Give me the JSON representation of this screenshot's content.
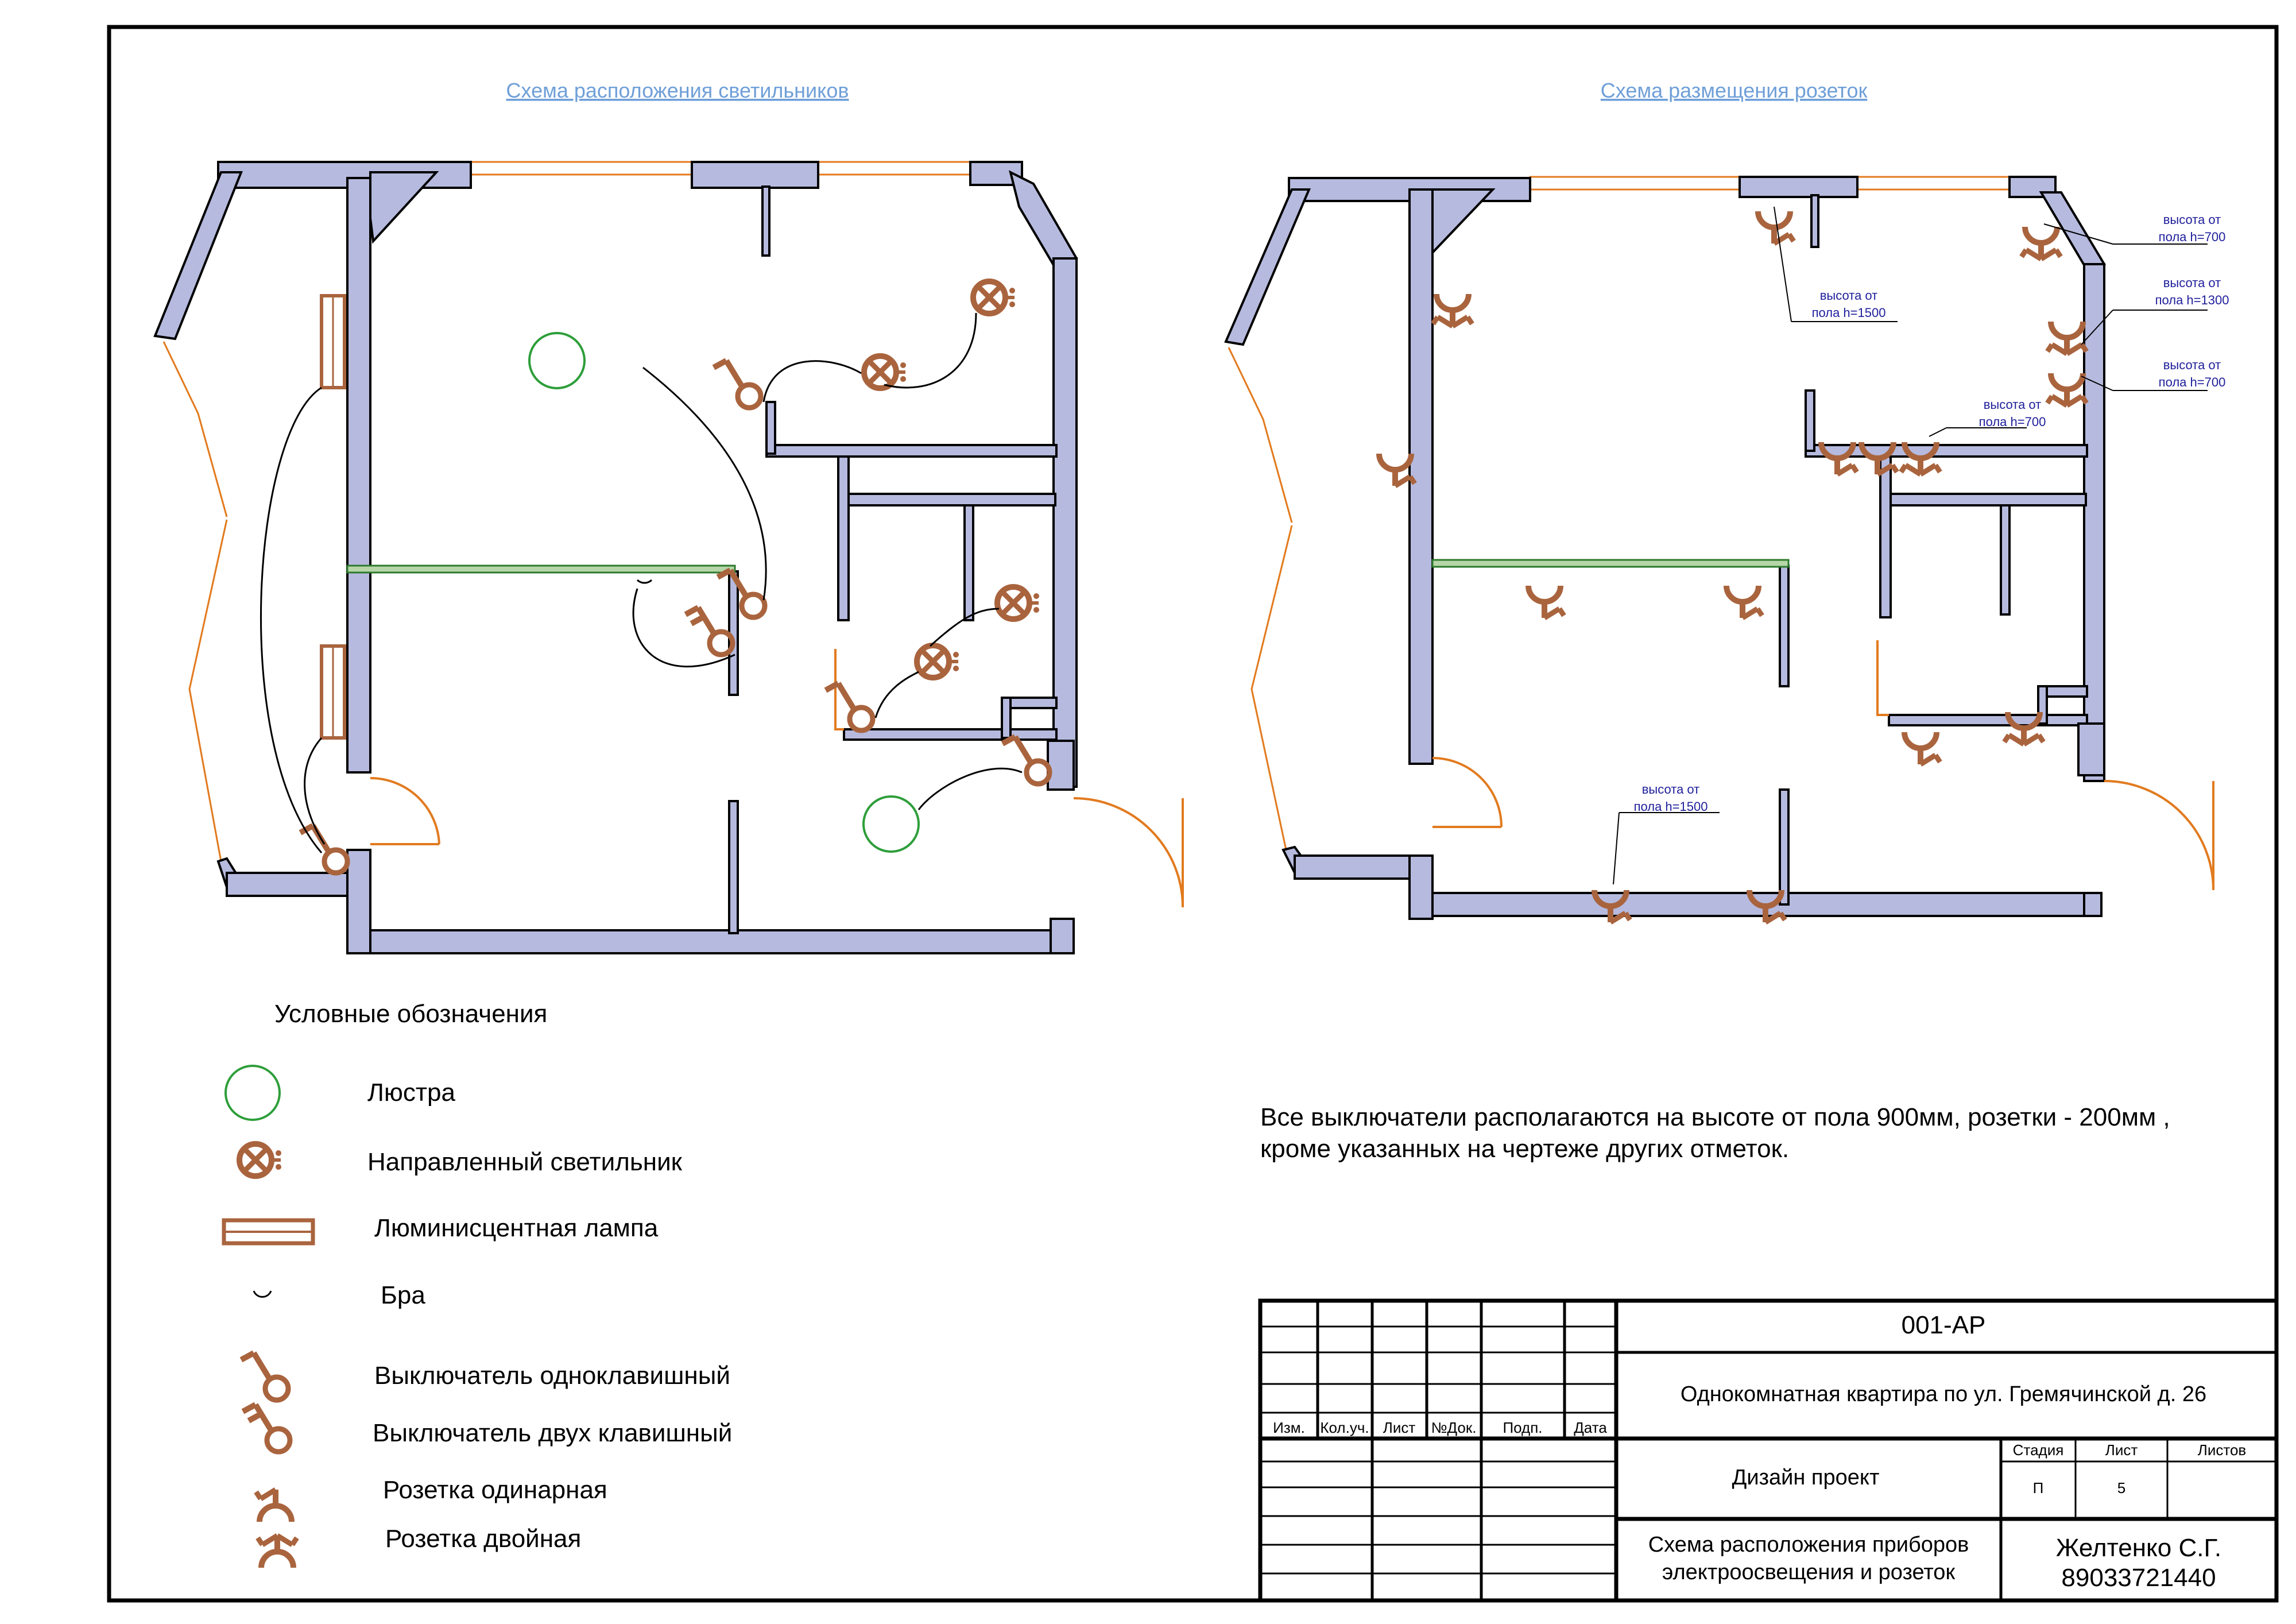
{
  "plans": {
    "lighting_title": "Схема расположения светильников",
    "sockets_title": "Схема размещения розеток"
  },
  "notes": {
    "h1500_a": [
      "высота от",
      "пола h=1500"
    ],
    "h700_a": [
      "высота от",
      "пола h=700"
    ],
    "h1300": [
      "высота от",
      "пола h=1300"
    ],
    "h700_b": [
      "высота от",
      "пола h=700"
    ],
    "h700_c": [
      "высота от",
      "пола h=700"
    ],
    "h1500_b": [
      "высота от",
      "пола h=1500"
    ]
  },
  "legend": {
    "title": "Условные обозначения",
    "items": [
      {
        "label": "Люстра",
        "icon": "chandelier-icon"
      },
      {
        "label": "Направленный светильник",
        "icon": "spotlight-icon"
      },
      {
        "label": "Люминисцентная лампа",
        "icon": "fluorescent-lamp-icon"
      },
      {
        "label": "Бра",
        "icon": "wall-lamp-icon"
      },
      {
        "label": "Выключатель одноклавишный",
        "icon": "single-switch-icon"
      },
      {
        "label": "Выключатель двух клавишный",
        "icon": "double-switch-icon"
      },
      {
        "label": "Розетка одинарная",
        "icon": "single-socket-icon"
      },
      {
        "label": "Розетка двойная",
        "icon": "double-socket-icon"
      }
    ]
  },
  "general_note": [
    "Все выключатели располагаются на высоте от пола 900мм, розетки - 200мм ,",
    "кроме указанных на чертеже других отметок."
  ],
  "title_block": {
    "doc_code": "001-АР",
    "object": "Однокомнатная квартира по ул. Гремячинской д. 26",
    "columns": [
      "Изм.",
      "Кол.уч.",
      "Лист",
      "№Док.",
      "Подп.",
      "Дата"
    ],
    "project_type": "Дизайн проект",
    "stage_header": "Стадия",
    "sheet_header": "Лист",
    "sheets_header": "Листов",
    "stage": "П",
    "sheet": "5",
    "sheets": "",
    "drawing_title": [
      "Схема расположения приборов",
      "электроосвещения и розеток"
    ],
    "author": "Желтенко С.Г.",
    "phone": "89033721440"
  },
  "colors": {
    "wall_fill": "#b6bade",
    "fixture": "#a9643e",
    "window": "#e27a1e",
    "chandelier": "#2e9e3a",
    "caption": "#6f9fd8",
    "note": "#1f1f9c"
  }
}
